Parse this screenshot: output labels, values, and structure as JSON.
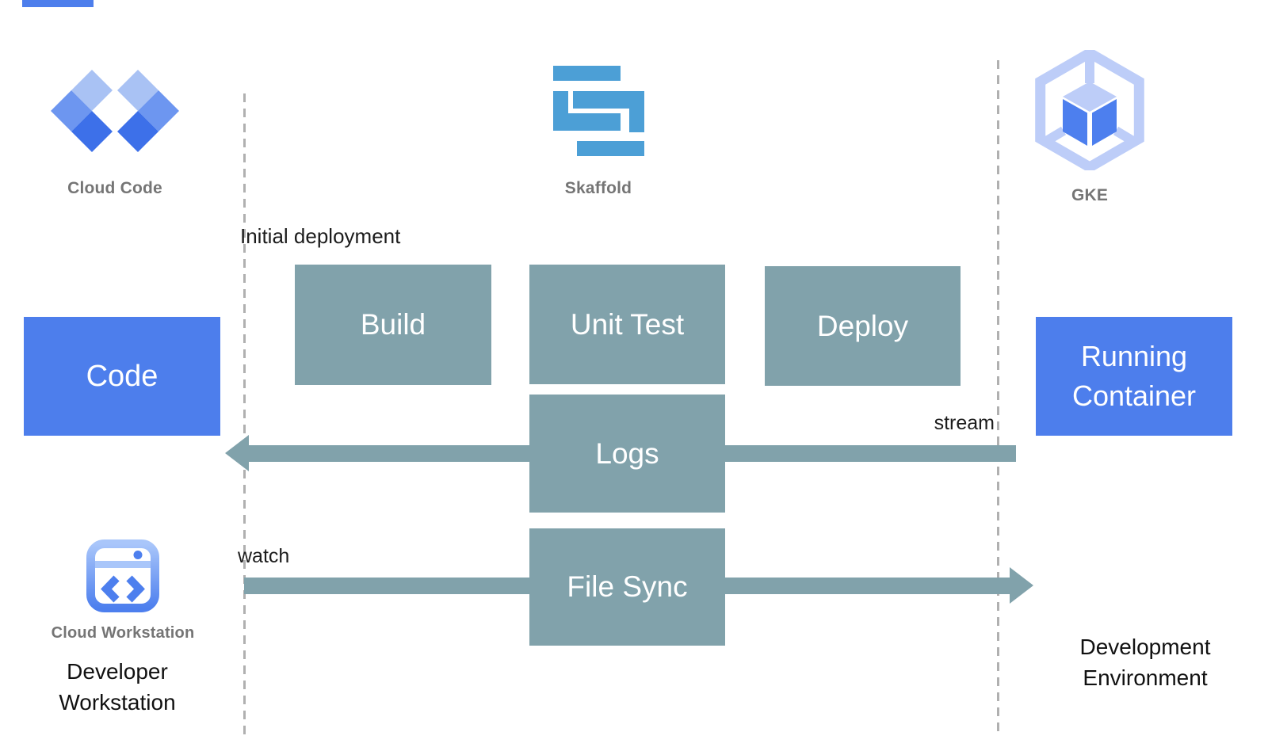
{
  "colors": {
    "process_box": "#81a2ab",
    "arrow": "#81a2ab",
    "artifact_box": "#4d7eec",
    "skaffold_blue": "#4c9fd6",
    "label_gray": "#757575",
    "text_black": "#1c1c1c",
    "dashed_line": "#b0b0b0",
    "diamond_light": "#a9c2f4",
    "diamond_mid": "#6d96f0",
    "diamond_dark": "#3d70e9",
    "gke_light": "#bdcdf8",
    "gke_dark": "#4d7fee"
  },
  "logos": {
    "cloud_code": {
      "label": "Cloud Code"
    },
    "skaffold": {
      "label": "Skaffold"
    },
    "gke": {
      "label": "GKE"
    },
    "cloud_workstation": {
      "label": "Cloud Workstation"
    }
  },
  "annotations": {
    "initial_deployment": "Initial deployment",
    "stream": "stream",
    "watch": "watch"
  },
  "boxes": {
    "code": "Code",
    "build": "Build",
    "unit_test": "Unit Test",
    "deploy": "Deploy",
    "logs": "Logs",
    "file_sync": "File Sync",
    "running_container": "Running Container"
  },
  "lane_labels": {
    "developer_workstation": "Developer Workstation",
    "development_environment": "Development Environment"
  }
}
